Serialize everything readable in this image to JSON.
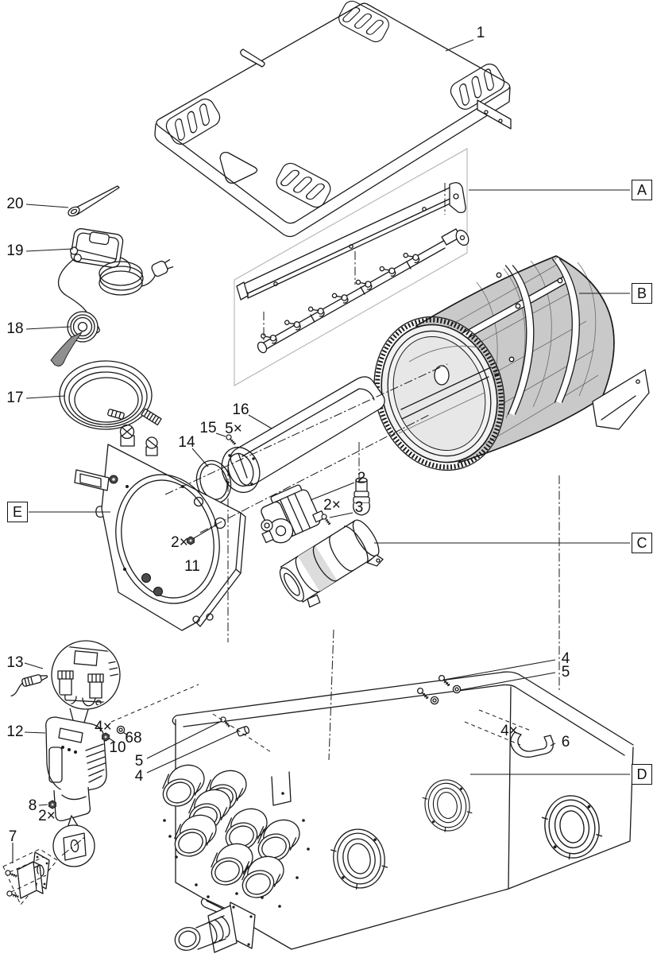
{
  "figure": {
    "kind": "exploded-parts-diagram"
  },
  "colors": {
    "background": "#ffffff",
    "line": "#1a1a1a",
    "mesh_fill": "#c9c9c9",
    "frame_gray": "#b3b3b3",
    "tape_fill": "#8f8f8f",
    "band_fill": "#dcdcdc"
  },
  "section_labels": {
    "a": "A",
    "b": "B",
    "c": "C",
    "d": "D",
    "e": "E"
  },
  "part_numbers": {
    "p1": "1",
    "p2": "2",
    "p3": "3",
    "p4": "4",
    "p5": "5",
    "p6": "6",
    "p7": "7",
    "p8": "8",
    "p10": "10",
    "p11": "11",
    "p12": "12",
    "p13": "13",
    "p14": "14",
    "p15": "15",
    "p16": "16",
    "p17": "17",
    "p18": "18",
    "p19": "19",
    "p20": "20",
    "p68": "68"
  },
  "quantities": {
    "x2": "2×",
    "x4": "4×",
    "x5": "5×"
  }
}
